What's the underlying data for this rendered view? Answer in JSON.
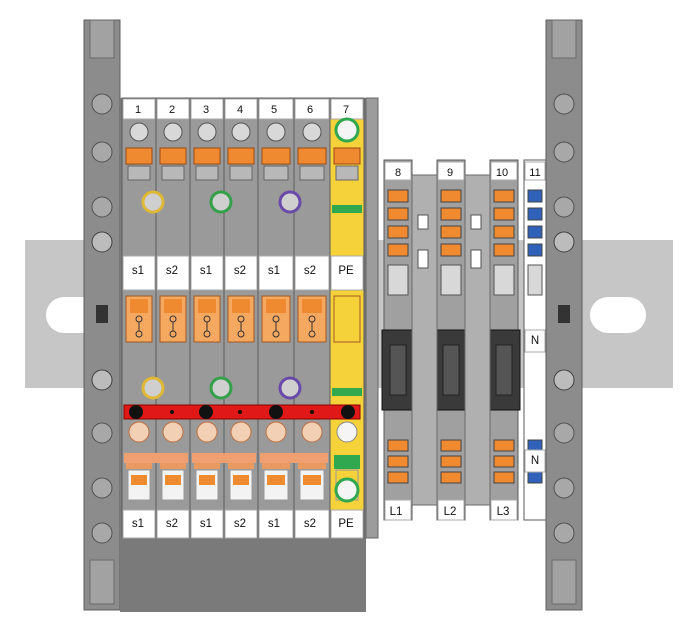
{
  "top_numbers": [
    "1",
    "2",
    "3",
    "4",
    "5",
    "6",
    "7"
  ],
  "mid_labels": [
    "s1",
    "s2",
    "s1",
    "s2",
    "s1",
    "s2",
    "PE"
  ],
  "bottom_labels": [
    "s1",
    "s2",
    "s1",
    "s2",
    "s1",
    "s2",
    "PE"
  ],
  "right_top_numbers": [
    "8",
    "9",
    "10",
    "11"
  ],
  "right_bottom_labels": [
    "L1",
    "L2",
    "L3"
  ],
  "neutral_labels": [
    "N",
    "N"
  ],
  "colors": {
    "rail": "#c8c8c8",
    "end_bracket": "#8a8a8a",
    "terminal_gray": "#9a9a9a",
    "orange": "#f08a30",
    "yellow_pe": "#f5d23a",
    "green_pe": "#2fa84f",
    "blue_neutral": "#2f62b8",
    "bridge_red": "#e01818",
    "fuse_black": "#3a3a3a"
  }
}
